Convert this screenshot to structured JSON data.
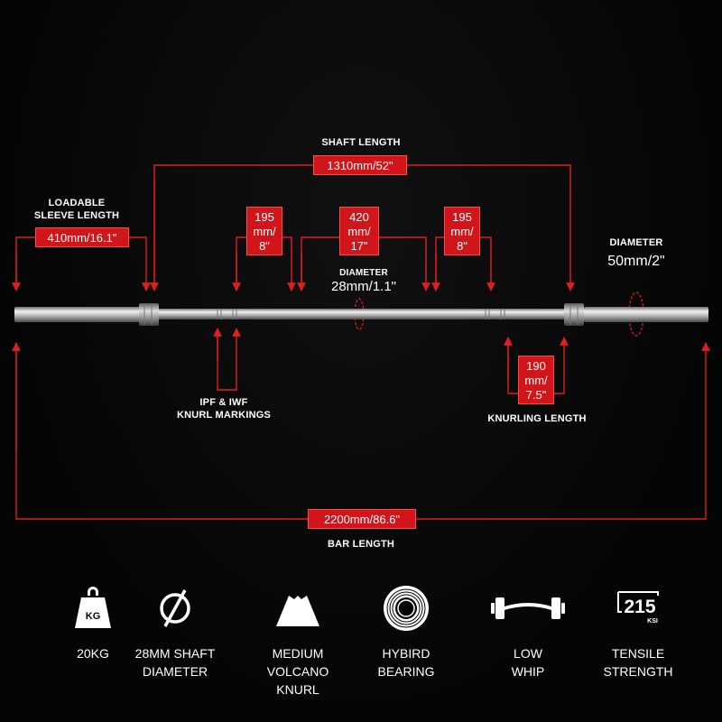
{
  "logo": {
    "text": ""
  },
  "dimensions": {
    "shaft_length": {
      "label": "SHAFT LENGTH",
      "value": "1310mm/52\""
    },
    "sleeve_length": {
      "label": "LOADABLE\nSLEEVE LENGTH",
      "value": "410mm/16.1\""
    },
    "knurl_left": {
      "value": "195\nmm/\n8\""
    },
    "knurl_center": {
      "value": "420\nmm/\n17\""
    },
    "knurl_right": {
      "value": "195\nmm/\n8\""
    },
    "shaft_diameter": {
      "label": "DIAMETER",
      "value": "28mm/1.1\""
    },
    "sleeve_diameter": {
      "label": "DIAMETER",
      "value": "50mm/2\""
    },
    "knurl_markings": {
      "label": "IPF & IWF\nKNURL MARKINGS"
    },
    "knurling_length": {
      "label": "KNURLING LENGTH",
      "value": "190\nmm/\n7.5\""
    },
    "bar_length": {
      "label": "BAR LENGTH",
      "value": "2200mm/86.6\""
    }
  },
  "features": [
    {
      "icon": "weight-icon",
      "icon_text": "KG",
      "label": "20KG"
    },
    {
      "icon": "diameter-icon",
      "label": "28MM SHAFT\nDIAMETER"
    },
    {
      "icon": "volcano-icon",
      "label": "MEDIUM\nVOLCANO\nKNURL"
    },
    {
      "icon": "bearing-icon",
      "label": "HYBIRD\nBEARING"
    },
    {
      "icon": "whip-icon",
      "label": "LOW\nWHIP"
    },
    {
      "icon": "tensile-icon",
      "icon_text": "215",
      "icon_sub": "KSI",
      "label": "TENSILE\nSTRENGTH"
    }
  ],
  "colors": {
    "accent": "#d0161b",
    "background": "#050505",
    "text": "#ffffff"
  }
}
